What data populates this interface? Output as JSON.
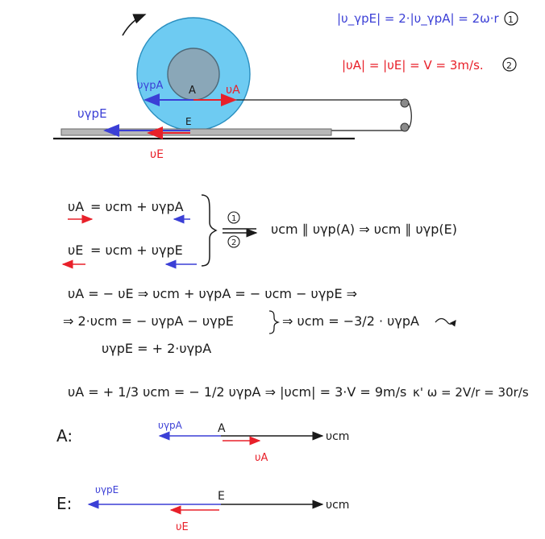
{
  "colors": {
    "ink": "#1a1a1a",
    "red": "#e8202a",
    "blue": "#3b3fd6",
    "ring": "#6ecbf2",
    "core": "#8aa7b8",
    "ground": "#b8b8b8"
  },
  "top": {
    "eq1": "|υ_γpE| = 2·|υ_γpA| = 2ω·r",
    "eq1_mark": "1",
    "eq2": "|υA| = |υE| = V = 3m/s.",
    "eq2_mark": "2"
  },
  "figure": {
    "label_A": "A",
    "label_E": "E",
    "label_vA": "υA",
    "label_vgpA": "υγpA",
    "label_vgpE": "υγpE",
    "label_vE": "υE"
  },
  "system": {
    "line1_lhs": "υA",
    "line1_rhs": "= υcm + υγpA",
    "line2_lhs": "υE",
    "line2_rhs": "= υcm + υγpE",
    "mark1": "1",
    "mark2": "2",
    "result": "υcm ∥ υγp(A) ⇒ υcm ∥ υγp(E)"
  },
  "derivation": {
    "row1": "υA = − υE ⇒ υcm + υγpA = − υcm − υγpE ⇒",
    "row2": "⇒ 2·υcm = − υγpA − υγpE",
    "row2_result": "⇒ υcm = −3/2 · υγpA",
    "row3": "υγpE = + 2·υγpA",
    "row4": "υA = + 1/3 υcm = − 1/2 υγpA ⇒ |υcm| = 3·V = 9m/s",
    "row4_end": "κ' ω = 2V/r = 30r/s"
  },
  "diagram_A": {
    "label": "A:",
    "point": "A",
    "vgp": "υγpA",
    "vcm": "υcm",
    "v": "υA"
  },
  "diagram_E": {
    "label": "E:",
    "point": "E",
    "vgp": "υγpE",
    "vcm": "υcm",
    "v": "υE"
  }
}
